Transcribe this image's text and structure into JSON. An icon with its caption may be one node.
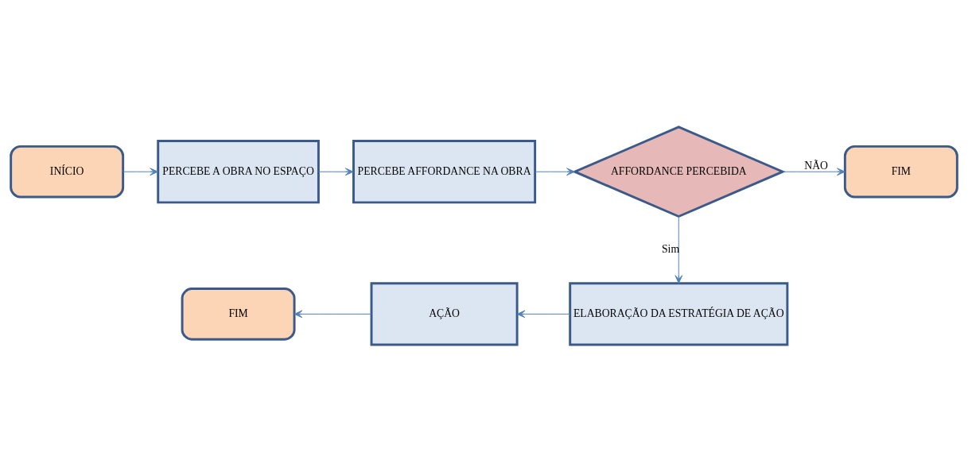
{
  "diagram": {
    "nodes": [
      {
        "text": [
          "INÍCIO"
        ]
      },
      {
        "text": [
          "PERCEBE A OBRA NO ESPAÇO"
        ]
      },
      {
        "text": [
          "PERCEBE AFFORDANCE NA OBRA"
        ]
      },
      {
        "text": [
          "AFFORDANCE PERCEBIDA"
        ]
      },
      {
        "text": [
          "FIM"
        ]
      },
      {
        "text": [
          "ELABORAÇÃO DA ESTRATÉGIA DE AÇÃO"
        ]
      },
      {
        "text": [
          "AÇÃO"
        ]
      },
      {
        "text": [
          "FIM"
        ]
      }
    ],
    "edges": [
      {
        "from": 0,
        "to": 1,
        "arrow": "to"
      },
      {
        "from": 1,
        "to": 2,
        "arrow": "to"
      },
      {
        "from": 2,
        "to": 3,
        "arrow": "to"
      },
      {
        "from": 3,
        "to": 4,
        "arrow": "to",
        "label": "NÃO"
      },
      {
        "from": 3,
        "to": 5,
        "arrow": "to",
        "label": "Sim"
      },
      {
        "from": 5,
        "to": 6,
        "arrow": "to"
      },
      {
        "from": 6,
        "to": 7,
        "arrow": "to"
      }
    ]
  }
}
